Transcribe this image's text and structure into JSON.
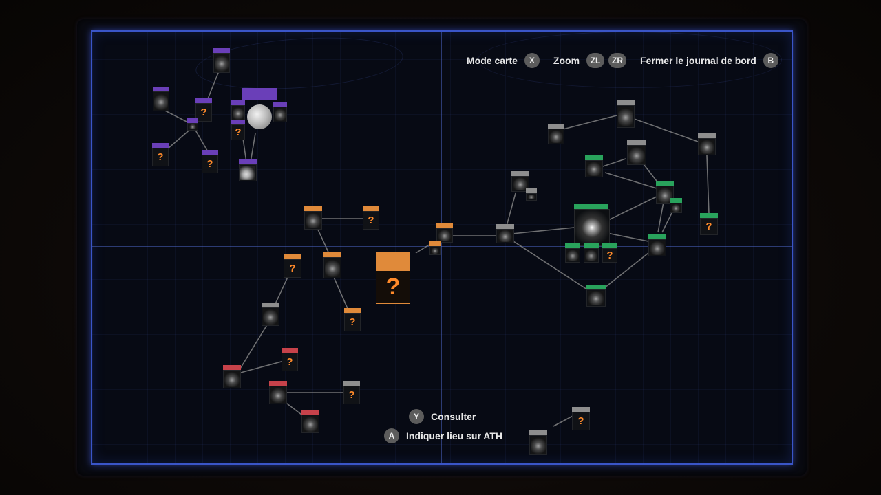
{
  "hud": {
    "map_mode_label": "Mode carte",
    "map_mode_button": "X",
    "zoom_label": "Zoom",
    "zoom_in_button": "ZL",
    "zoom_out_button": "ZR",
    "close_log_label": "Fermer le journal de bord",
    "close_log_button": "B",
    "consult_button": "Y",
    "consult_label": "Consulter",
    "mark_button": "A",
    "mark_label": "Indiquer lieu sur ATH"
  },
  "unknown_marker": "?",
  "colors": {
    "purple": "#6a3fb8",
    "orange": "#e08a3a",
    "gray": "#8e8e8e",
    "green": "#29a35c",
    "red": "#c7424a",
    "frame_blue": "#3a55c8",
    "question": "#ff8a2a"
  }
}
